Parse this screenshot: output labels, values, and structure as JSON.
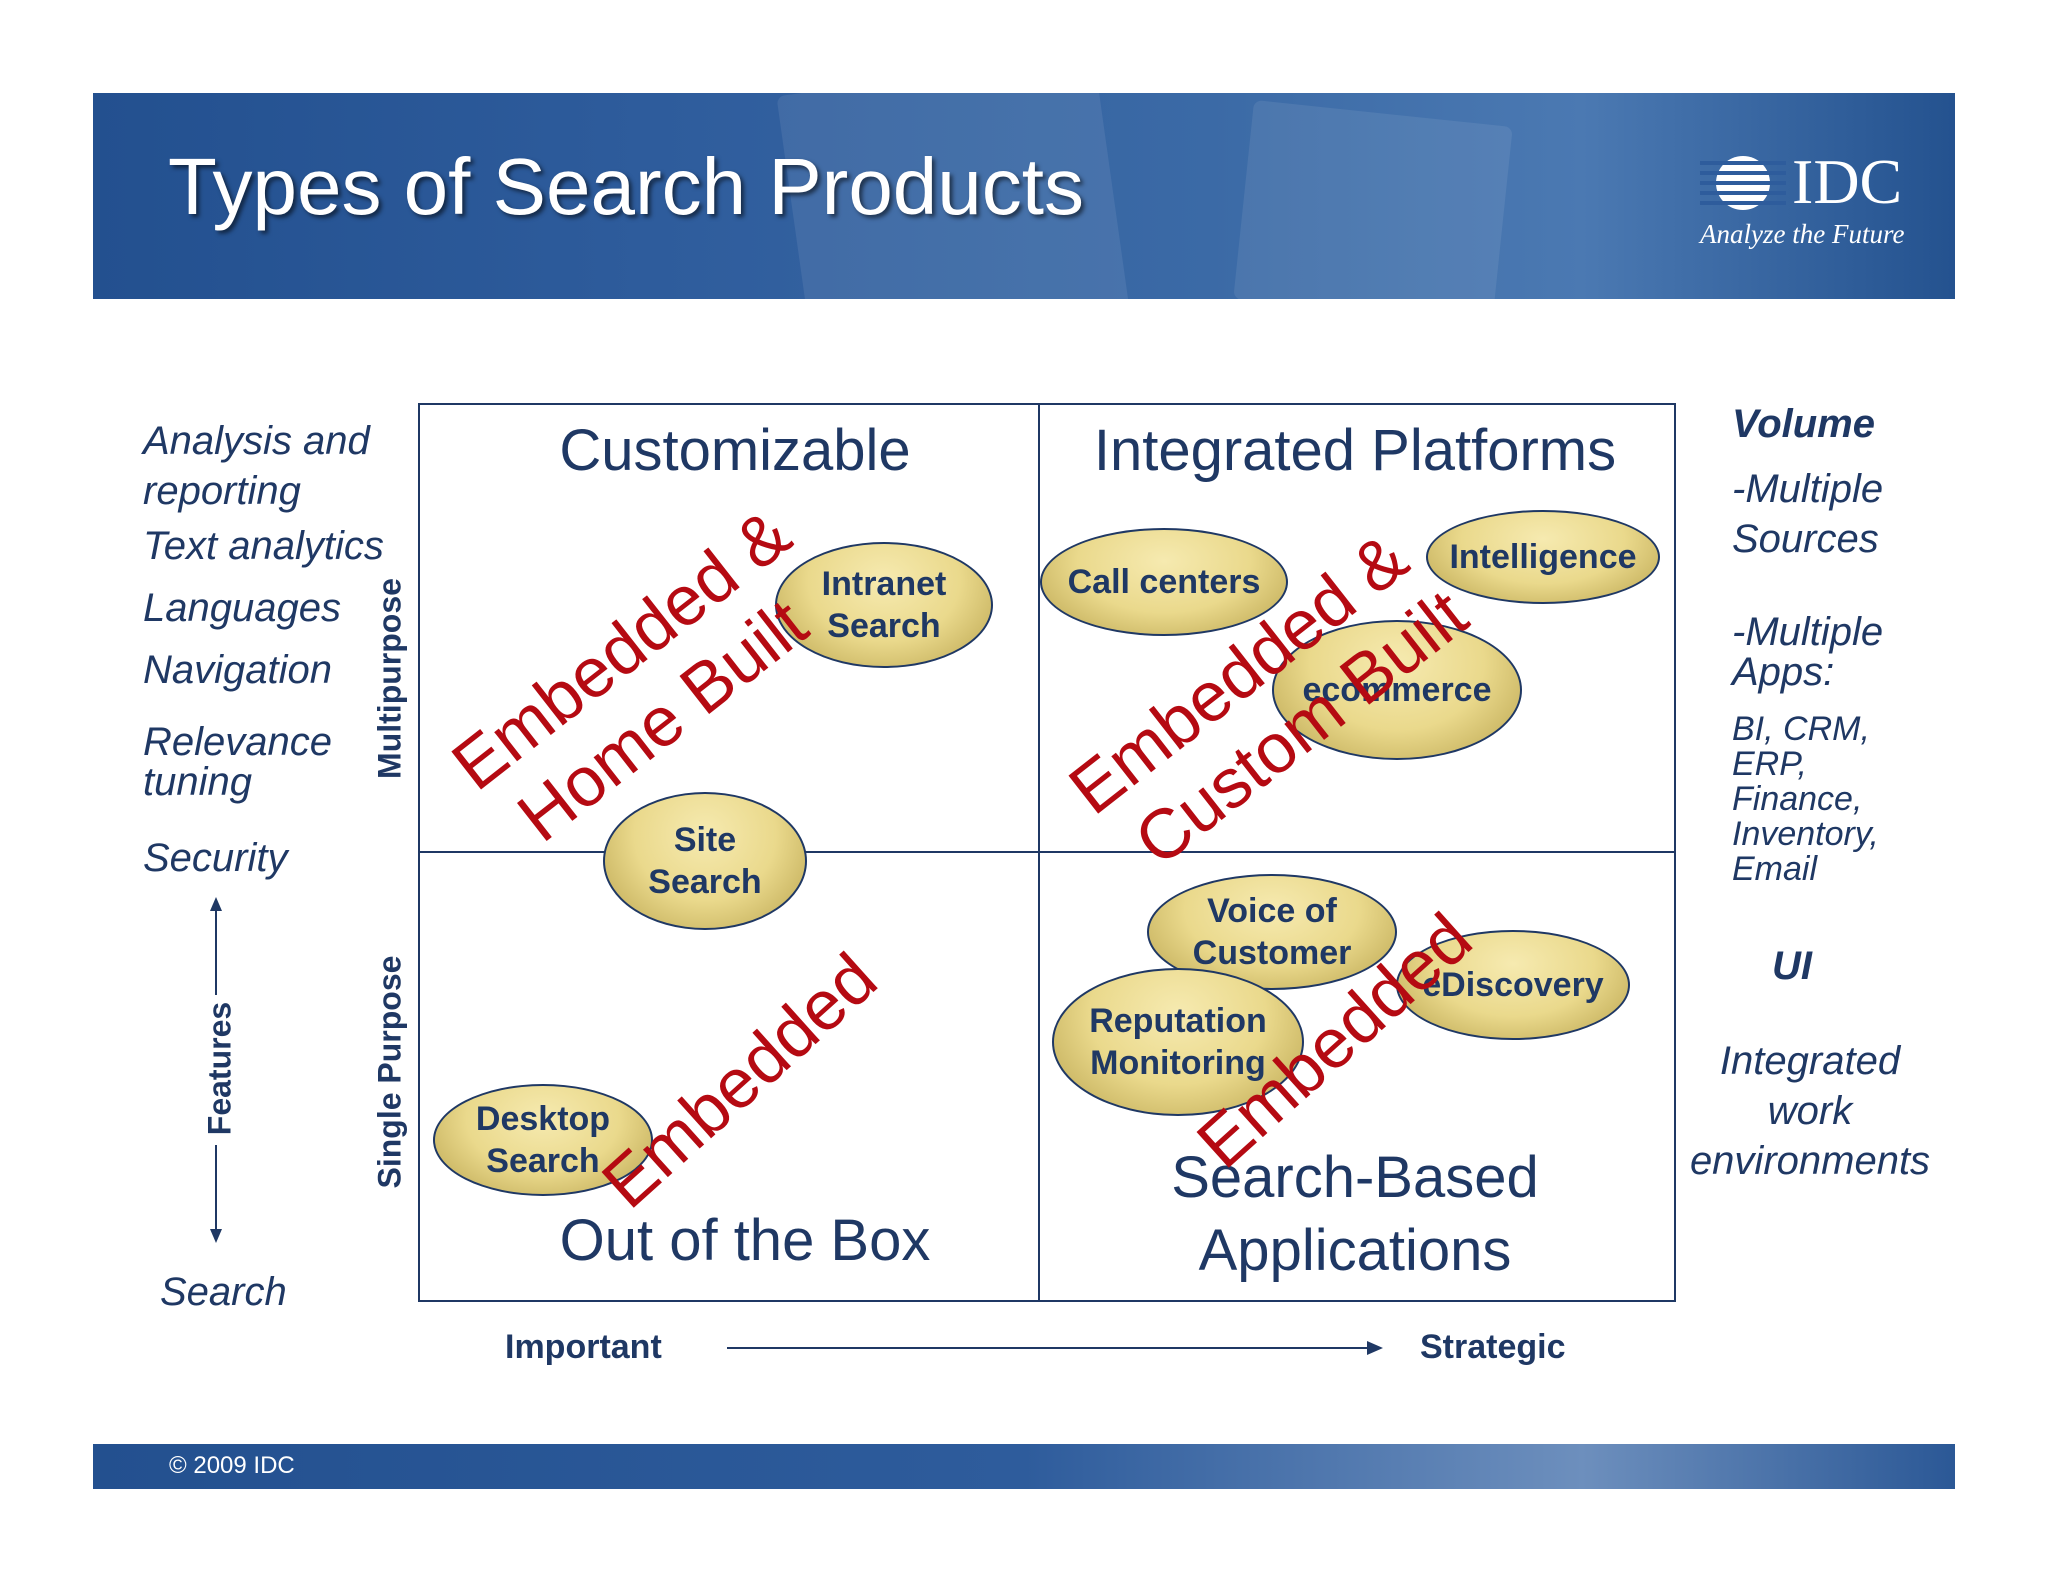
{
  "header": {
    "title": "Types of Search Products",
    "logo_text": "IDC",
    "logo_tagline": "Analyze the Future"
  },
  "footer": {
    "copyright": "© 2009 IDC"
  },
  "quadrants": {
    "top_left": "Customizable",
    "top_right": "Integrated Platforms",
    "bottom_left": "Out of the Box",
    "bottom_right_line1": "Search-Based",
    "bottom_right_line2": "Applications"
  },
  "overlays": {
    "top_left_line1": "Embedded &",
    "top_left_line2": "Home Built",
    "top_right_line1": "Embedded &",
    "top_right_line2": "Custom Built",
    "bottom_left": "Embedded",
    "bottom_right": "Embedded"
  },
  "ellipses": {
    "intranet_search_1": "Intranet",
    "intranet_search_2": "Search",
    "call_centers": "Call centers",
    "intelligence": "Intelligence",
    "ecommerce": "ecommerce",
    "site_search_1": "Site",
    "site_search_2": "Search",
    "voice_of_customer_1": "Voice of",
    "voice_of_customer_2": "Customer",
    "ediscovery": "eDiscovery",
    "reputation_monitoring_1": "Reputation",
    "reputation_monitoring_2": "Monitoring",
    "desktop_search_1": "Desktop",
    "desktop_search_2": "Search"
  },
  "left_list": {
    "item1_line1": "Analysis and",
    "item1_line2": "reporting",
    "item2": "Text analytics",
    "item3": "Languages",
    "item4": "Navigation",
    "item5_line1": "Relevance",
    "item5_line2": "tuning",
    "item6": "Security",
    "features_label": "Features",
    "bottom": "Search"
  },
  "axis_labels": {
    "multipurpose": "Multipurpose",
    "single_purpose": "Single Purpose",
    "important": "Important",
    "strategic": "Strategic"
  },
  "right_list": {
    "volume": "Volume",
    "multiple_sources_1": "-Multiple",
    "multiple_sources_2": "Sources",
    "multiple_apps_1": "-Multiple",
    "multiple_apps_2": "Apps:",
    "apps_1": "BI, CRM,",
    "apps_2": "ERP,",
    "apps_3": "Finance,",
    "apps_4": "Inventory,",
    "apps_5": "Email",
    "ui": "UI",
    "integrated_1": "Integrated",
    "integrated_2": "work",
    "integrated_3": "environments"
  },
  "colors": {
    "navy": "#1f3864",
    "banner_blue": "#2e5c9c",
    "red": "#b50a12",
    "ellipse_fill": "#ead98c"
  }
}
